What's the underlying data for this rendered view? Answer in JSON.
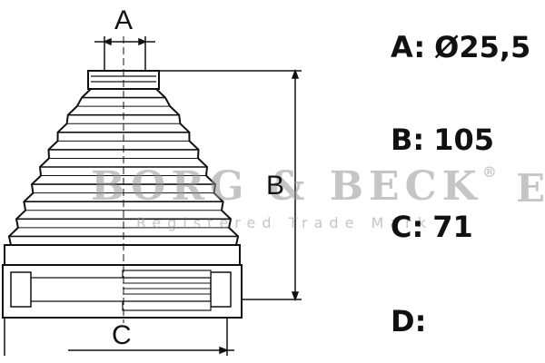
{
  "diagram": {
    "dimension_labels": {
      "a": "A",
      "b": "B",
      "c": "C"
    },
    "specs": [
      {
        "label": "A:",
        "value": "Ø25,5"
      },
      {
        "label": "B:",
        "value": "105"
      },
      {
        "label": "C:",
        "value": "71"
      },
      {
        "label": "D:",
        "value": ""
      }
    ],
    "watermark": {
      "brand": "BORG & BECK",
      "registered_mark": "®",
      "tagline": "Registered Trade Mark",
      "edge_letter": "E"
    },
    "colors": {
      "line": "#111111",
      "fill": "#ffffff",
      "watermark": "#969696"
    }
  }
}
